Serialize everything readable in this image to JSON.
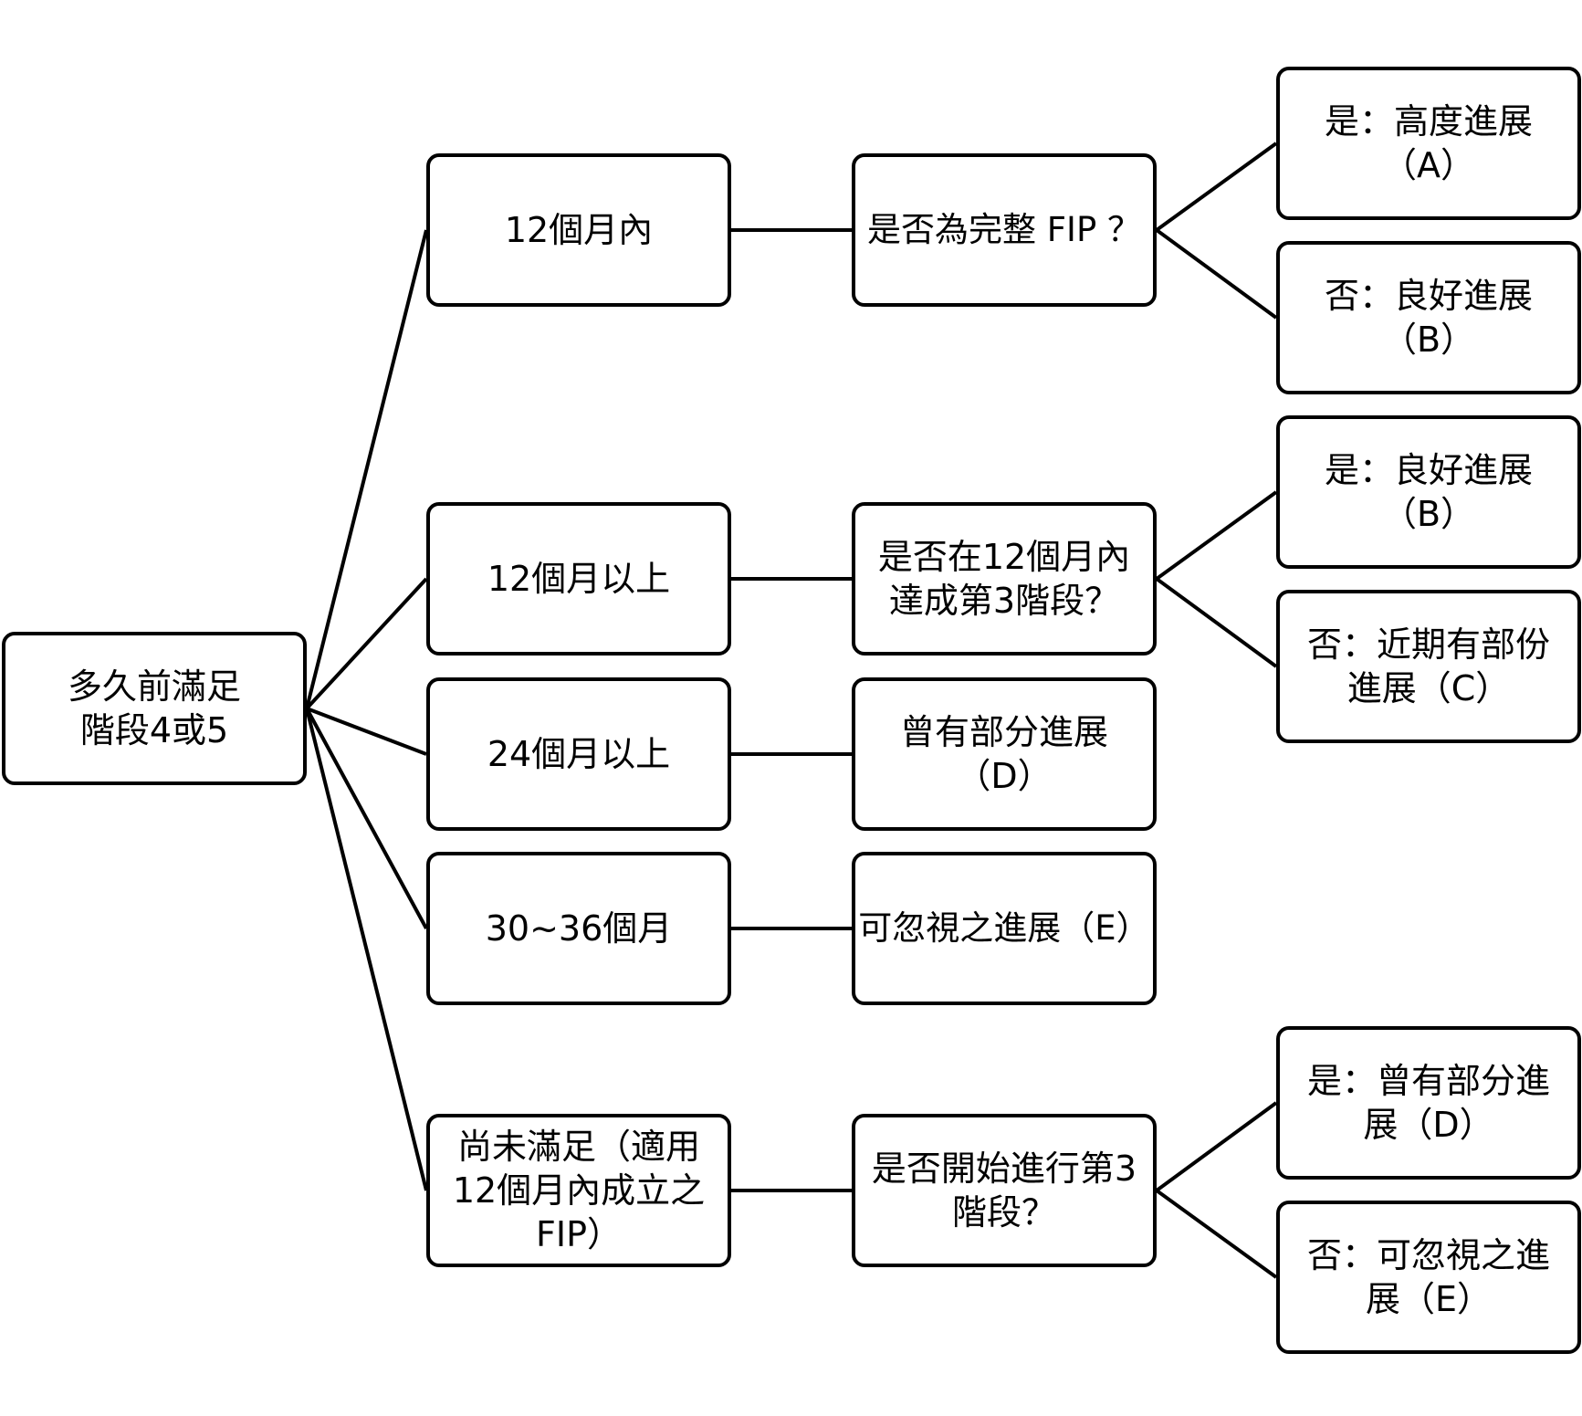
{
  "root": {
    "text": "多久前滿足\n階段4或5"
  },
  "level1": [
    {
      "text": "12個月內"
    },
    {
      "text": "12個月以上"
    },
    {
      "text": "24個月以上"
    },
    {
      "text": "30~36個月"
    },
    {
      "text": "尚未滿足（適用\n12個月內成立之\nFIP）"
    }
  ],
  "level2": [
    {
      "text": "是否為完整 FIP ？"
    },
    {
      "text": "是否在12個月內\n達成第3階段？"
    },
    {
      "text": "曾有部分進展\n（D）"
    },
    {
      "text": "可忽視之進展（E）"
    },
    {
      "text": "是否開始進行第3\n階段？"
    }
  ],
  "level3": [
    {
      "text": "是：高度進展\n（A）"
    },
    {
      "text": "否：良好進展\n（B）"
    },
    {
      "text": "是：良好進展\n（B）"
    },
    {
      "text": "否：近期有部份\n進展（C）"
    },
    {
      "text": "是：曾有部分進\n展（D）"
    },
    {
      "text": "否：可忽視之進\n展（E）"
    }
  ]
}
